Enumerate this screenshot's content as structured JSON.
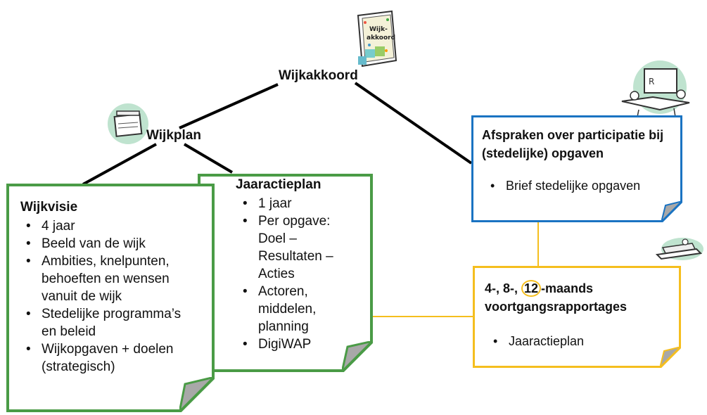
{
  "nodes": {
    "root": "Wijkakkoord",
    "plan": "Wijkplan"
  },
  "wijkvisie": {
    "title": "Wijkvisie",
    "items": [
      "4 jaar",
      "Beeld van de wijk",
      "Ambities, knelpunten, behoeften en wensen vanuit de wijk",
      "Stedelijke programma’s en beleid",
      "Wijkopgaven + doelen (strategisch)"
    ]
  },
  "jaaractieplan": {
    "title": "Jaaractieplan",
    "items": [
      "1 jaar",
      "Per opgave: Doel – Resultaten – Acties",
      "Actoren, middelen, planning",
      "DigiWAP"
    ]
  },
  "afspraken": {
    "title": "Afspraken over participatie bij (stedelijke) opgaven",
    "items": [
      "Brief stedelijke opgaven"
    ]
  },
  "voortgang": {
    "title_prefix": "4-, 8-, ",
    "title_highlight": "12",
    "title_suffix": "-maands voortgangsrapportages",
    "items": [
      "Jaaractieplan"
    ]
  },
  "booklet_text": "Wijk-akkoord",
  "colors": {
    "green": "#4a9b46",
    "blue": "#1a73c2",
    "yellow": "#f5be1e",
    "mint": "#bfe3cf",
    "fold_gray": "#a8a8a8"
  }
}
